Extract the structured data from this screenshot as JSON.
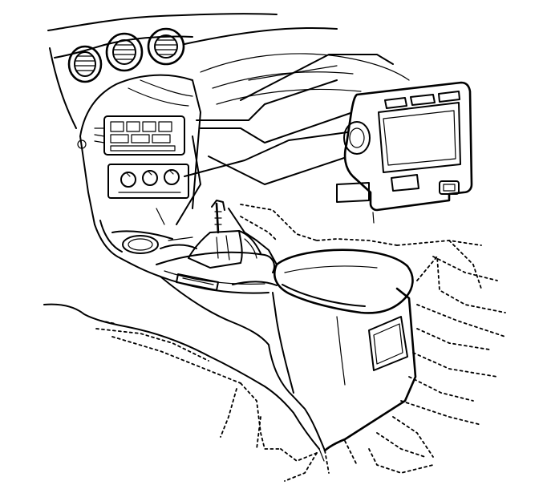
{
  "figure": {
    "type": "exploded-assembly-line-drawing",
    "components": [
      "instrument-panel-vents",
      "radio-climate-control-stack",
      "accessory-trim-bezel",
      "gear-shift-lever",
      "shift-boot",
      "center-console",
      "console-armrest",
      "floor-outline"
    ],
    "line_color": "#000000",
    "background": "#ffffff"
  }
}
